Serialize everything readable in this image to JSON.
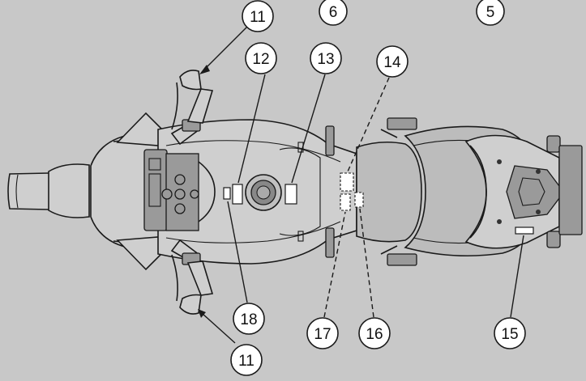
{
  "callouts": [
    {
      "id": "c11a",
      "text": "11"
    },
    {
      "id": "c6",
      "text": "6"
    },
    {
      "id": "c5",
      "text": "5"
    },
    {
      "id": "c12",
      "text": "12"
    },
    {
      "id": "c13",
      "text": "13"
    },
    {
      "id": "c14",
      "text": "14"
    },
    {
      "id": "c18",
      "text": "18"
    },
    {
      "id": "c17",
      "text": "17"
    },
    {
      "id": "c16",
      "text": "16"
    },
    {
      "id": "c15",
      "text": "15"
    },
    {
      "id": "c11b",
      "text": "11"
    }
  ],
  "colors": {
    "background": "#c8c8c8",
    "label": "#ffffff",
    "line": "#1a1a1a"
  }
}
